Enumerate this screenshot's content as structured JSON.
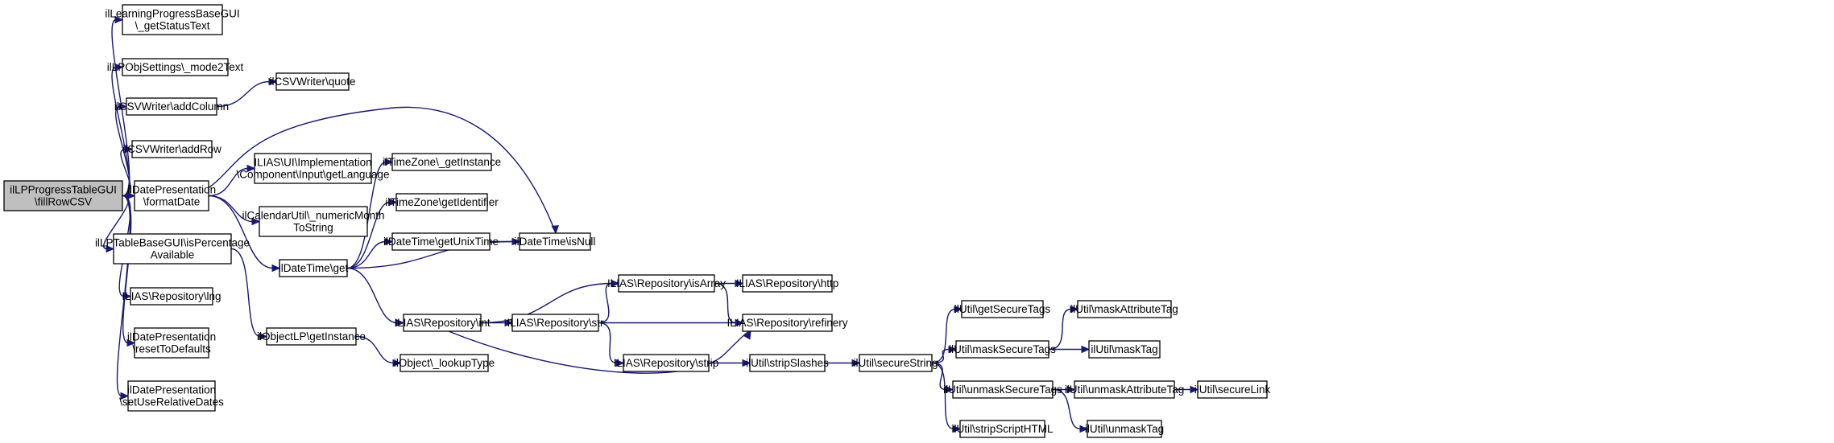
{
  "nodes": {
    "root": [
      "ilLPProgressTableGUI",
      "\\fillRowCSV"
    ],
    "getStatusText": [
      "ilLearningProgressBaseGUI",
      "\\_getStatusText"
    ],
    "mode2Text": [
      "ilLPObjSettings\\_mode2Text"
    ],
    "addColumn": [
      "ilCSVWriter\\addColumn"
    ],
    "quote": [
      "ilCSVWriter\\quote"
    ],
    "addRow": [
      "ilCSVWriter\\addRow"
    ],
    "formatDate": [
      "ilDatePresentation",
      "\\formatDate"
    ],
    "isPercentage": [
      "ilLPTableBaseGUI\\isPercentage",
      "Available"
    ],
    "lng": [
      "ILIAS\\Repository\\lng"
    ],
    "resetToDefaults": [
      "ilDatePresentation",
      "\\resetToDefaults"
    ],
    "setUseRelativeDates": [
      "ilDatePresentation",
      "\\setUseRelativeDates"
    ],
    "getLanguage": [
      "ILIAS\\UI\\Implementation",
      "\\Component\\Input\\getLanguage"
    ],
    "numericMonth": [
      "ilCalendarUtil\\_numericMonth",
      "ToString"
    ],
    "dtget": [
      "ilDateTime\\get"
    ],
    "getInstanceLP": [
      "ilObjectLP\\getInstance"
    ],
    "lookupType": [
      "ilObject\\_lookupType"
    ],
    "tzGetInstance": [
      "ilTimeZone\\_getInstance"
    ],
    "getIdentifier": [
      "ilTimeZone\\getIdentifier"
    ],
    "getUnixTime": [
      "ilDateTime\\getUnixTime"
    ],
    "isNull": [
      "ilDateTime\\isNull"
    ],
    "int": [
      "ILIAS\\Repository\\int"
    ],
    "isArray": [
      "ILIAS\\Repository\\isArray"
    ],
    "http": [
      "ILIAS\\Repository\\http"
    ],
    "refinery": [
      "ILIAS\\Repository\\refinery"
    ],
    "str": [
      "ILIAS\\Repository\\str"
    ],
    "strip": [
      "ILIAS\\Repository\\strip"
    ],
    "stripSlashes": [
      "ilUtil\\stripSlashes"
    ],
    "secureString": [
      "ilUtil\\secureString"
    ],
    "getSecureTags": [
      "ilUtil\\getSecureTags"
    ],
    "maskSecureTags": [
      "ilUtil\\maskSecureTags"
    ],
    "unmaskSecureTags": [
      "ilUtil\\unmaskSecureTags"
    ],
    "stripScriptHTML": [
      "ilUtil\\stripScriptHTML"
    ],
    "maskAttributeTag": [
      "ilUtil\\maskAttributeTag"
    ],
    "maskTag": [
      "ilUtil\\maskTag"
    ],
    "unmaskAttributeTag": [
      "ilUtil\\unmaskAttributeTag"
    ],
    "unmaskTag": [
      "ilUtil\\unmaskTag"
    ],
    "secureLink": [
      "ilUtil\\secureLink"
    ]
  },
  "edges": [
    [
      "root",
      "getStatusText"
    ],
    [
      "root",
      "mode2Text"
    ],
    [
      "root",
      "addColumn"
    ],
    [
      "root",
      "addRow"
    ],
    [
      "root",
      "formatDate"
    ],
    [
      "root",
      "isPercentage"
    ],
    [
      "root",
      "lng"
    ],
    [
      "root",
      "resetToDefaults"
    ],
    [
      "root",
      "setUseRelativeDates"
    ],
    [
      "addColumn",
      "quote"
    ],
    [
      "formatDate",
      "getLanguage"
    ],
    [
      "formatDate",
      "numericMonth"
    ],
    [
      "formatDate",
      "dtget"
    ],
    [
      "formatDate",
      "isNull"
    ],
    [
      "isPercentage",
      "getInstanceLP"
    ],
    [
      "getInstanceLP",
      "lookupType"
    ],
    [
      "dtget",
      "tzGetInstance"
    ],
    [
      "dtget",
      "getIdentifier"
    ],
    [
      "dtget",
      "getUnixTime"
    ],
    [
      "dtget",
      "isNull"
    ],
    [
      "dtget",
      "int"
    ],
    [
      "getUnixTime",
      "isNull"
    ],
    [
      "int",
      "isArray"
    ],
    [
      "int",
      "str"
    ],
    [
      "int",
      "refinery"
    ],
    [
      "isArray",
      "http"
    ],
    [
      "isArray",
      "refinery"
    ],
    [
      "str",
      "isArray"
    ],
    [
      "str",
      "refinery"
    ],
    [
      "str",
      "strip"
    ],
    [
      "strip",
      "stripSlashes"
    ],
    [
      "stripSlashes",
      "secureString"
    ],
    [
      "secureString",
      "getSecureTags"
    ],
    [
      "secureString",
      "maskSecureTags"
    ],
    [
      "secureString",
      "unmaskSecureTags"
    ],
    [
      "secureString",
      "stripScriptHTML"
    ],
    [
      "maskSecureTags",
      "maskAttributeTag"
    ],
    [
      "maskSecureTags",
      "maskTag"
    ],
    [
      "unmaskSecureTags",
      "unmaskAttributeTag"
    ],
    [
      "unmaskSecureTags",
      "unmaskTag"
    ],
    [
      "unmaskAttributeTag",
      "secureLink"
    ]
  ],
  "colors": {
    "edge": "#191970",
    "root_fill": "#bfbfbf",
    "node_fill": "#ffffff",
    "node_border": "#000000"
  }
}
